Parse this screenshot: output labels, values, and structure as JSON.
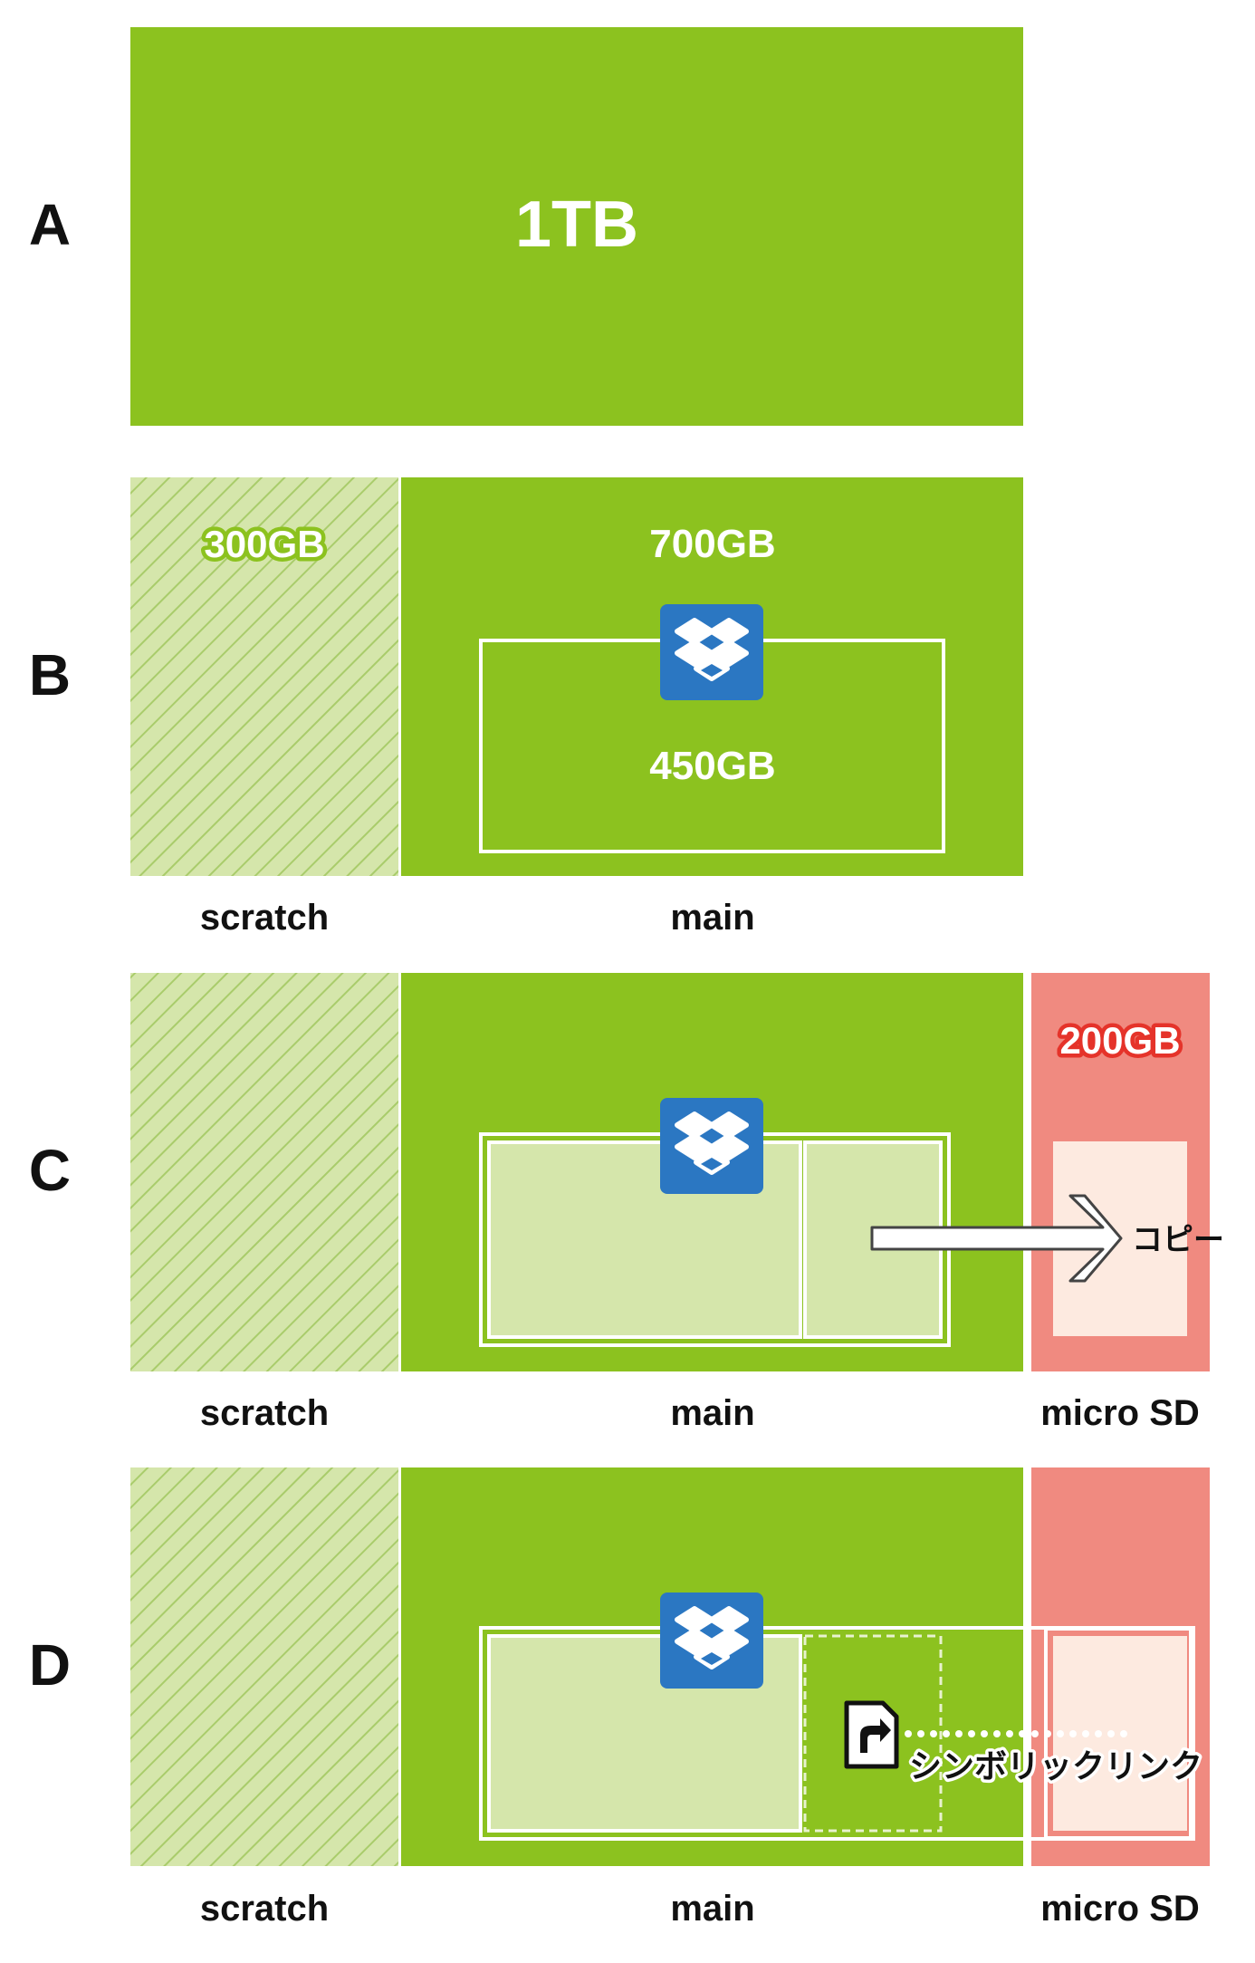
{
  "colors": {
    "green": "#8cc21f",
    "light_green": "#d5e6ab",
    "hatch_line": "#a9cc6b",
    "salmon": "#f08a80",
    "cream": "#fdeae0",
    "dropbox_blue": "#2b77c2",
    "white": "#ffffff",
    "text_dark": "#111111",
    "red_outline": "#e5332a"
  },
  "rows": {
    "a": {
      "letter": "A",
      "size": "1TB"
    },
    "b": {
      "letter": "B",
      "scratch_size": "300GB",
      "main_size": "700GB",
      "dropbox_size": "450GB",
      "scratch_label": "scratch",
      "main_label": "main"
    },
    "c": {
      "letter": "C",
      "sd_size": "200GB",
      "copy_label": "コピー",
      "scratch_label": "scratch",
      "main_label": "main",
      "sd_label": "micro SD"
    },
    "d": {
      "letter": "D",
      "symlink_label": "シンボリックリンク",
      "scratch_label": "scratch",
      "main_label": "main",
      "sd_label": "micro SD"
    }
  },
  "icons": {
    "dropbox": "dropbox-icon",
    "symlink": "symlink-file-icon",
    "arrow": "copy-arrow-icon"
  }
}
